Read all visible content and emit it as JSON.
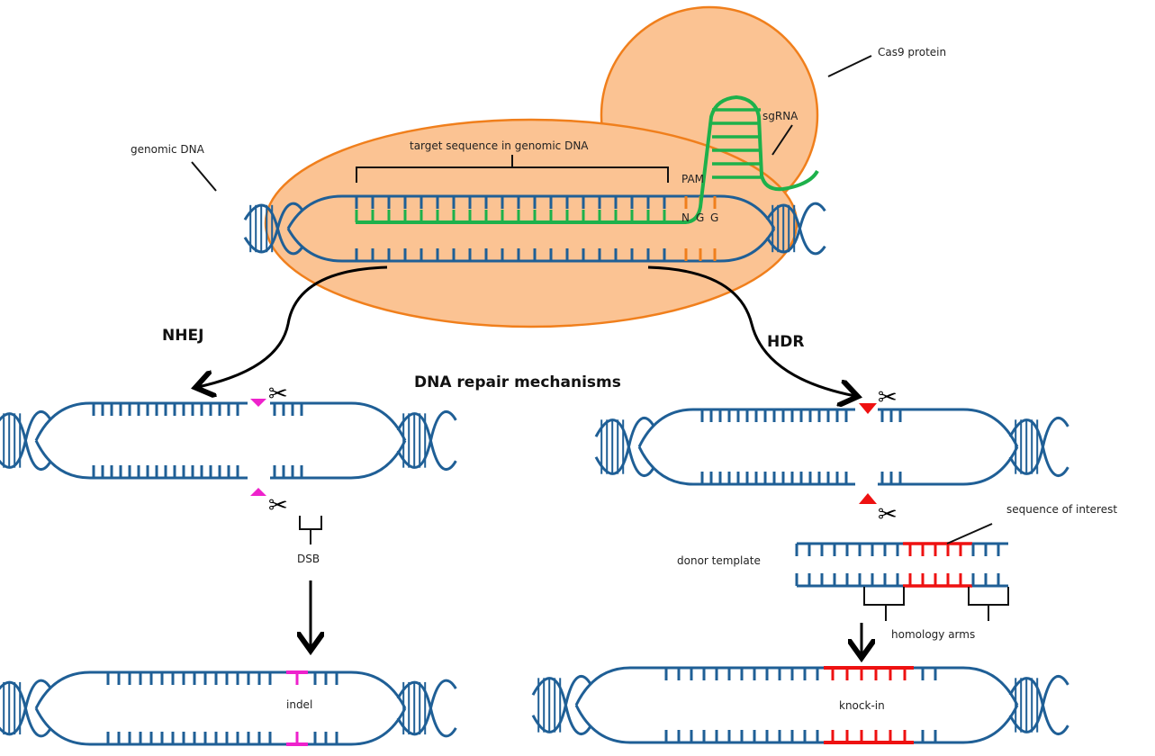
{
  "colors": {
    "dna": "#1f5f96",
    "sgrna": "#1db14b",
    "pam": "#f07f1c",
    "cas9_fill": "#fbc393",
    "cas9_stroke": "#f07f1c",
    "cut_nhej": "#ee22cc",
    "cut_hdr": "#ee1111",
    "insert": "#ee1111",
    "indel": "#ee22cc"
  },
  "labels": {
    "cas9": "Cas9 protein",
    "sgrna": "sgRNA",
    "genomic_dna": "genomic DNA",
    "target": "target sequence in genomic DNA",
    "pam": "PAM",
    "pam_seq": [
      "N",
      "G",
      "G"
    ],
    "nhej": "NHEJ",
    "hdr": "HDR",
    "title": "DNA repair mechanisms",
    "dsb": "DSB",
    "indel": "indel",
    "donor": "donor template",
    "soi": "sequence of interest",
    "homology": "homology arms",
    "knockin": "knock-in"
  }
}
